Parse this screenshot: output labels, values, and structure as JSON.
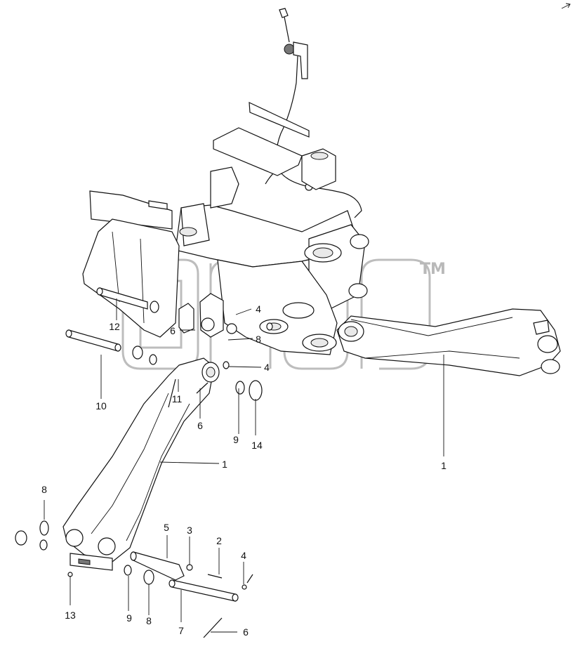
{
  "watermark": {
    "trademark": "TM",
    "color": "#b4b4b4"
  },
  "callouts": {
    "c1a": "1",
    "c1b": "1",
    "c2": "2",
    "c3": "3",
    "c4a": "4",
    "c4b": "4",
    "c4c": "4",
    "c5": "5",
    "c6a": "6",
    "c6b": "6",
    "c6c": "6",
    "c7": "7",
    "c8a": "8",
    "c8b": "8",
    "c8c": "8",
    "c9a": "9",
    "c9b": "9",
    "c10": "10",
    "c11": "11",
    "c12": "12",
    "c13": "13",
    "c14": "14"
  }
}
